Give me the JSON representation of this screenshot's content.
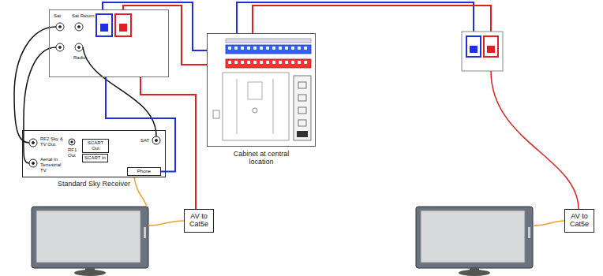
{
  "diagram": {
    "nodes": [
      {
        "text": [
          "Sat",
          "Sat Return",
          "Radio"
        ]
      },
      {
        "text": [
          "Standard Sky Receiver"
        ]
      },
      {
        "text": [
          "SCART Out"
        ],
        "in": 1
      },
      {
        "text": [
          "SCART In"
        ],
        "in": 1
      },
      {
        "text": [
          "Phone"
        ],
        "in": 1
      },
      {
        "text": [
          "Cabinet at central location"
        ]
      },
      {
        "text": [
          "AV to Cat5e"
        ]
      },
      {
        "text": [
          "AV to Cat5e"
        ]
      }
    ],
    "edges": [
      {
        "from": 0,
        "to": 5,
        "arrow": "none"
      },
      {
        "from": 0,
        "to": 5,
        "arrow": "none"
      },
      {
        "from": 0,
        "to": 4,
        "arrow": "none"
      },
      {
        "from": 0,
        "to": 6,
        "arrow": "none"
      }
    ],
    "labels": [
      "RF2 Sky & TV Out.",
      "Aerial In Terrestrial TV",
      "RF1 Out",
      "SAT"
    ]
  }
}
